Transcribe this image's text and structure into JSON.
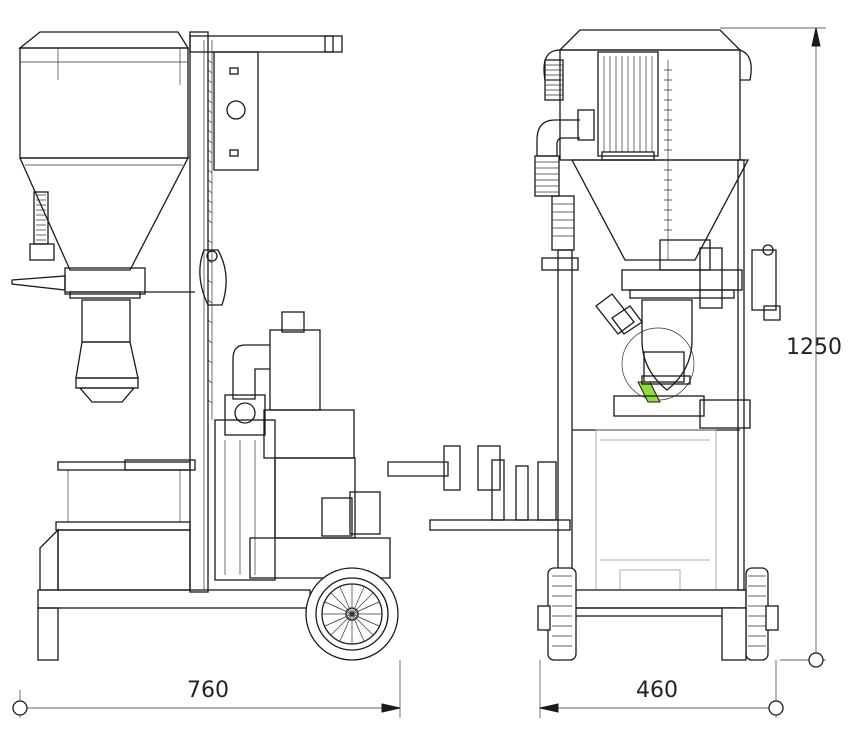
{
  "drawing": {
    "dimensions": {
      "width_left": "760",
      "width_right": "460",
      "height": "1250"
    },
    "colors": {
      "line": "#1a1a1a",
      "faint_line": "#9a9a9a",
      "highlight": "#8fdc3a",
      "background": "#ffffff"
    }
  }
}
